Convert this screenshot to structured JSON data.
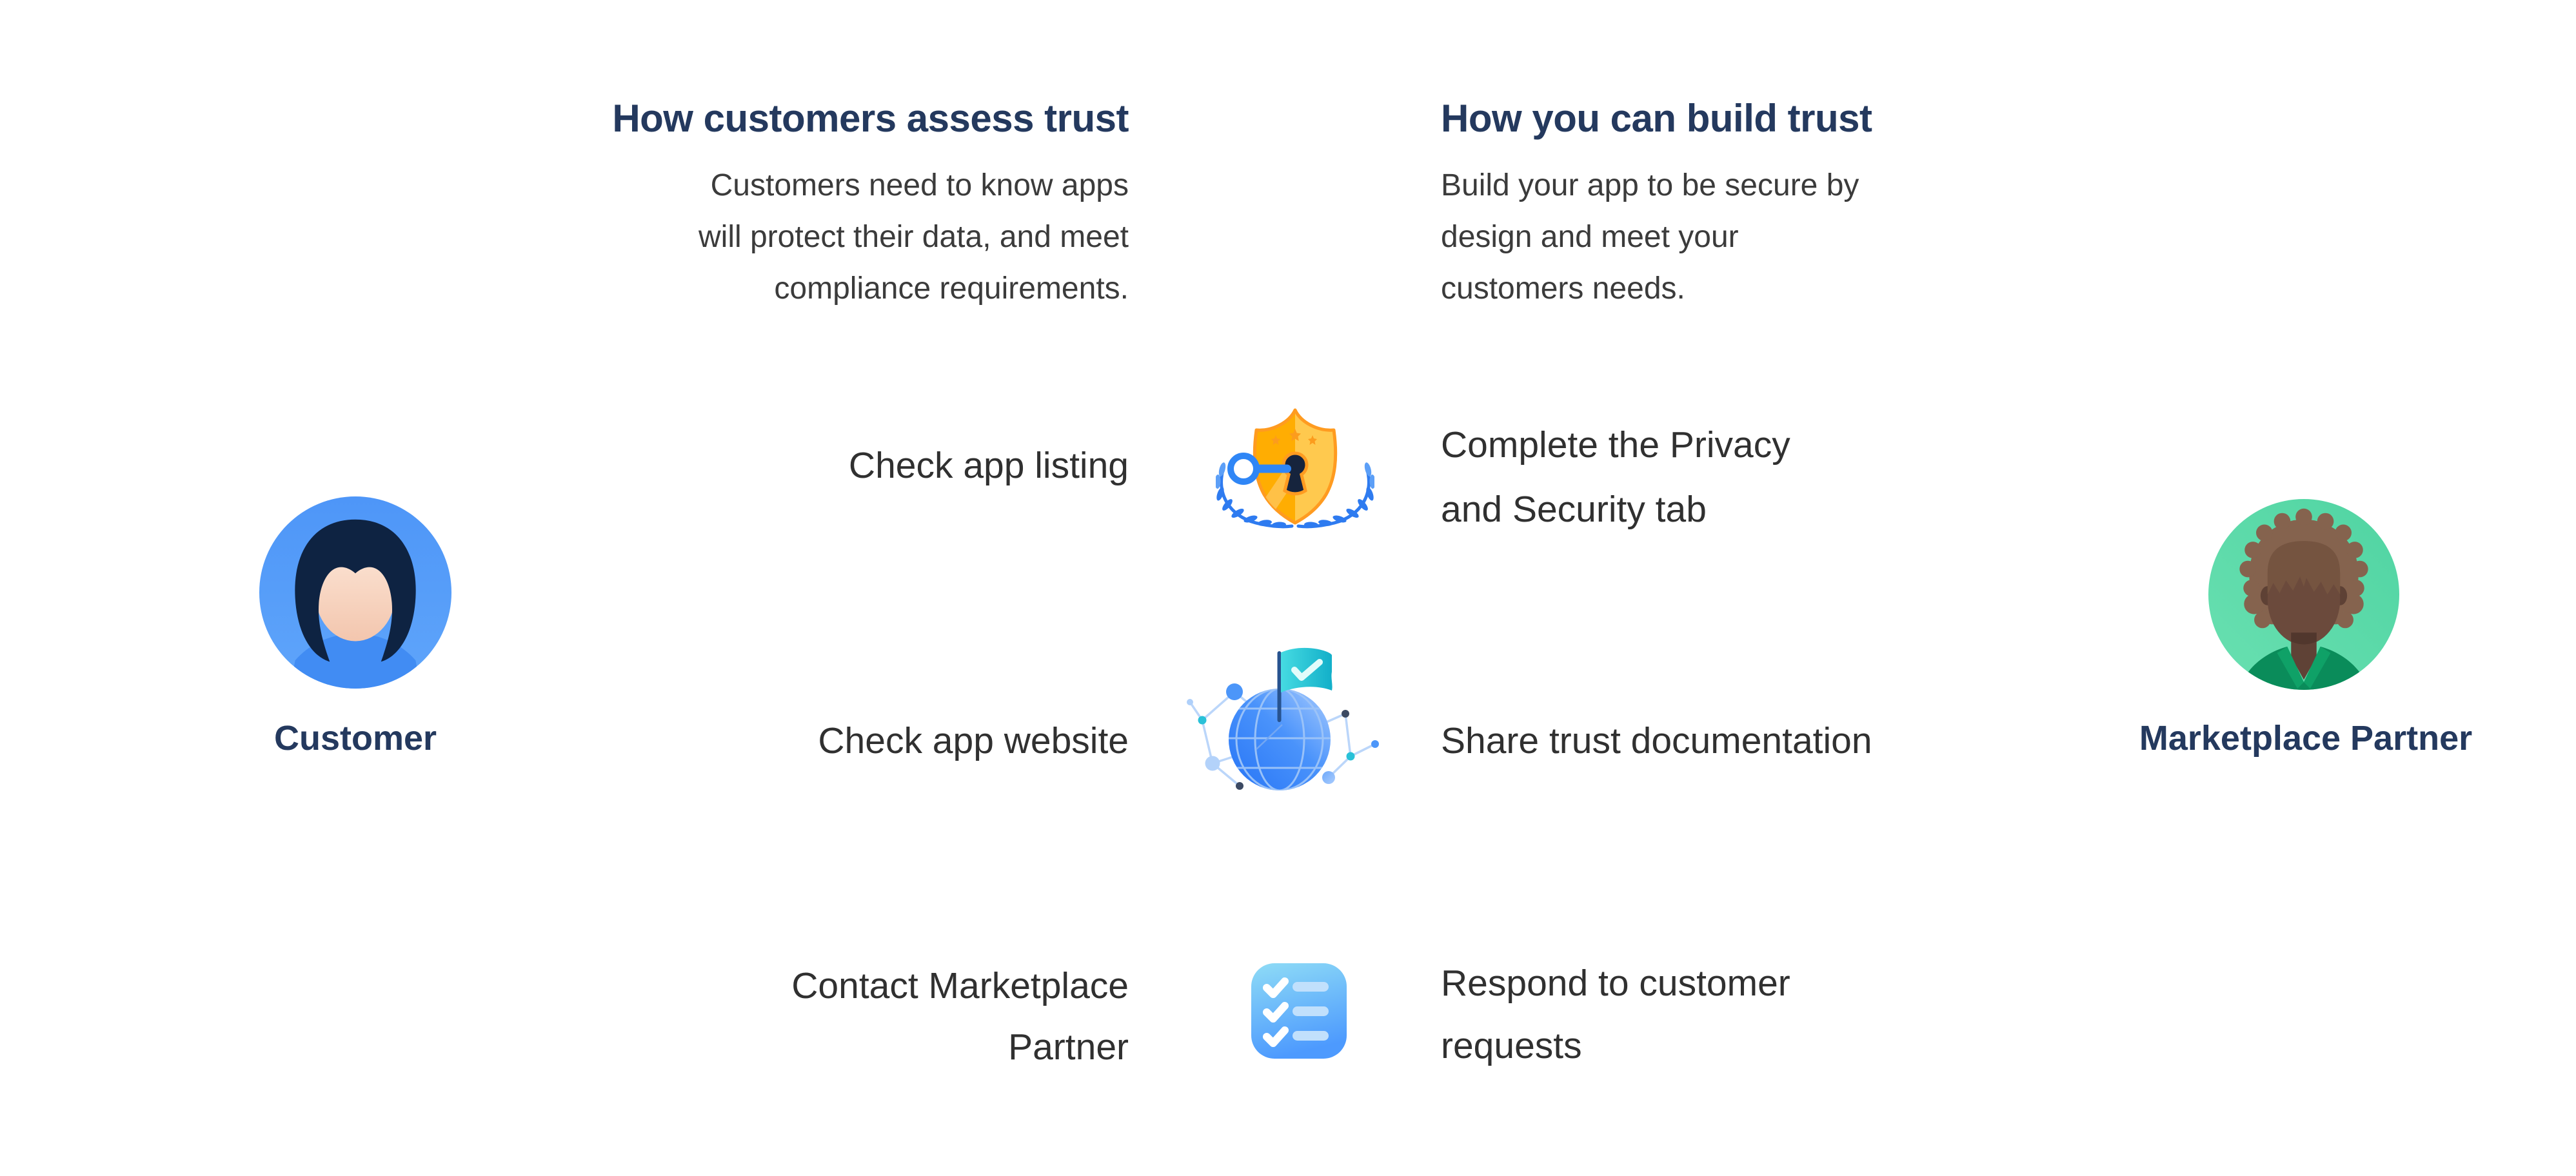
{
  "diagram": {
    "customer_column": {
      "heading": "How customers assess trust",
      "description": "Customers need to know apps\nwill protect their data, and meet\ncompliance requirements."
    },
    "partner_column": {
      "heading": "How you can build trust",
      "description": "Build your app to be secure by\ndesign and meet your\ncustomers needs."
    },
    "actors": {
      "customer": {
        "label": "Customer"
      },
      "partner": {
        "label": "Marketplace Partner"
      }
    },
    "rows": [
      {
        "customer_action": "Check app listing",
        "icon": "trust-badge-shield-key-laurel-icon",
        "partner_action": "Complete the Privacy\nand Security tab"
      },
      {
        "customer_action": "Check app website",
        "icon": "globe-flag-network-icon",
        "partner_action": "Share trust documentation"
      },
      {
        "customer_action": "Contact Marketplace\nPartner",
        "icon": "checklist-icon",
        "partner_action": "Respond to customer\nrequests"
      }
    ],
    "colors": {
      "heading_navy": "#24395E",
      "body_text": "#3B3B3B",
      "action_text": "#303030",
      "customer_avatar_blue": "#5299F8",
      "customer_hair_navy": "#0E2342",
      "partner_avatar_green": "#57D8A6",
      "partner_shirt_green": "#0A8C5A",
      "shield_gold_left": "#FFAD02",
      "shield_gold_right": "#FFC94E",
      "shield_border_orange": "#FF9B20",
      "keyhole_navy": "#16243D",
      "key_blue": "#2F86F6",
      "laurel_blue": "#2E7BF0",
      "globe_blue": "#2674F6",
      "flag_teal": "#12AFC9",
      "network_teal": "#29C1D8",
      "checklist_cyan_top": "#8FDCF6",
      "checklist_blue_bottom": "#4D9AFE"
    }
  }
}
